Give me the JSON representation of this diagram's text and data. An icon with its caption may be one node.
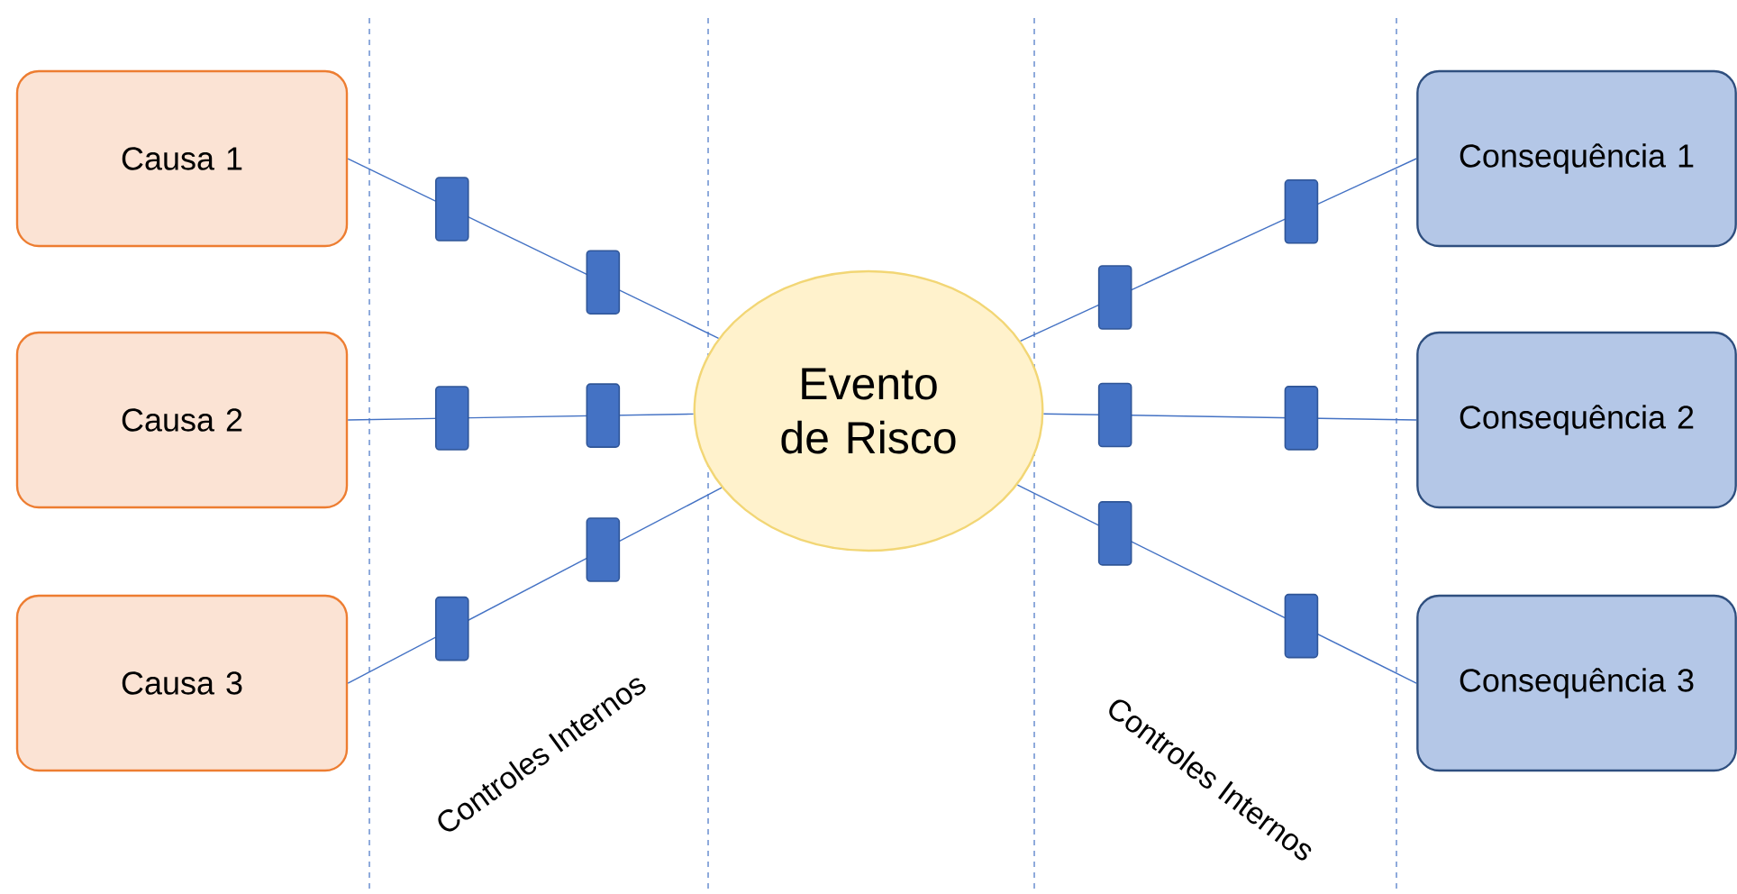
{
  "diagram": {
    "nodes": [
      {
        "text": [
          "Causa 1"
        ]
      },
      {
        "text": [
          "Causa 2"
        ]
      },
      {
        "text": [
          "Causa 3"
        ]
      },
      {
        "text": [
          "Evento de Risco"
        ]
      },
      {
        "text": [
          "Consequência 1"
        ]
      },
      {
        "text": [
          "Consequência 2"
        ]
      },
      {
        "text": [
          "Consequência 3"
        ]
      }
    ],
    "edges": [
      {
        "from": 0,
        "to": 3,
        "arrow": "none"
      },
      {
        "from": 1,
        "to": 3,
        "arrow": "none"
      },
      {
        "from": 2,
        "to": 3,
        "arrow": "none"
      },
      {
        "from": 3,
        "to": 4,
        "arrow": "none"
      },
      {
        "from": 3,
        "to": 5,
        "arrow": "none"
      },
      {
        "from": 3,
        "to": 6,
        "arrow": "none"
      }
    ],
    "labels": [
      "Controles Internos",
      "Controles Internos"
    ]
  }
}
